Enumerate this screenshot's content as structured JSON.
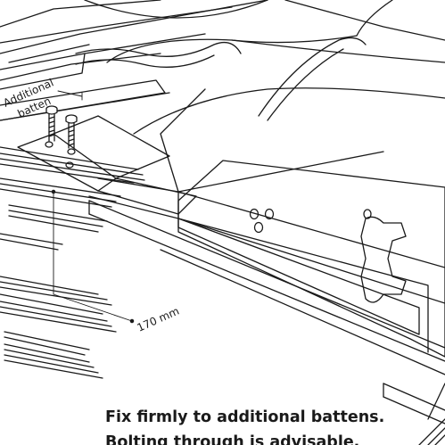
{
  "diagram": {
    "labels": {
      "additional_batten": [
        "Additional",
        "batten"
      ],
      "distance": "170 mm"
    },
    "caption": {
      "line1": "Fix firmly to additional battens.",
      "line2": "Bolting through is advisable."
    }
  }
}
